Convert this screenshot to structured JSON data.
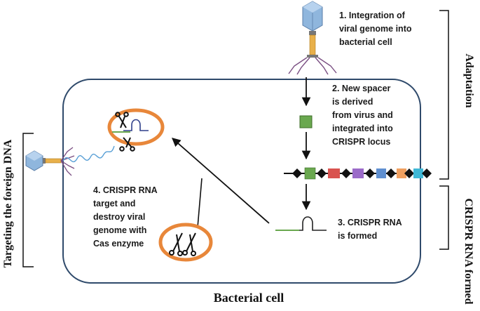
{
  "steps": {
    "s1": [
      "1. Integration of",
      "viral genome into",
      "bacterial cell"
    ],
    "s2": [
      "2. New spacer",
      "is derived",
      "from virus and",
      "integrated into",
      "CRISPR locus"
    ],
    "s3": [
      "3. CRISPR RNA",
      "is formed"
    ],
    "s4": [
      "4. CRISPR RNA",
      "target and",
      "destroy viral",
      "genome  with",
      "Cas enzyme"
    ]
  },
  "phases": {
    "adaptation": "Adaptation",
    "crispr_rna_formed": "CRISPR RNA formed",
    "targeting": "Targeting the foreign DNA"
  },
  "cell_label": "Bacterial cell",
  "colors": {
    "cell_border": "#2f4a6b",
    "spacer_new": "#6aa84f",
    "orange_ring": "#e8873a",
    "phage_head": "#8fb6dd",
    "phage_tail": "#e8b04a"
  },
  "locus_spacer_colors": [
    "#6aa84f",
    "#d9534f",
    "#9b6bc9",
    "#5f8fd0",
    "#f0a060",
    "#3fb8d6"
  ]
}
